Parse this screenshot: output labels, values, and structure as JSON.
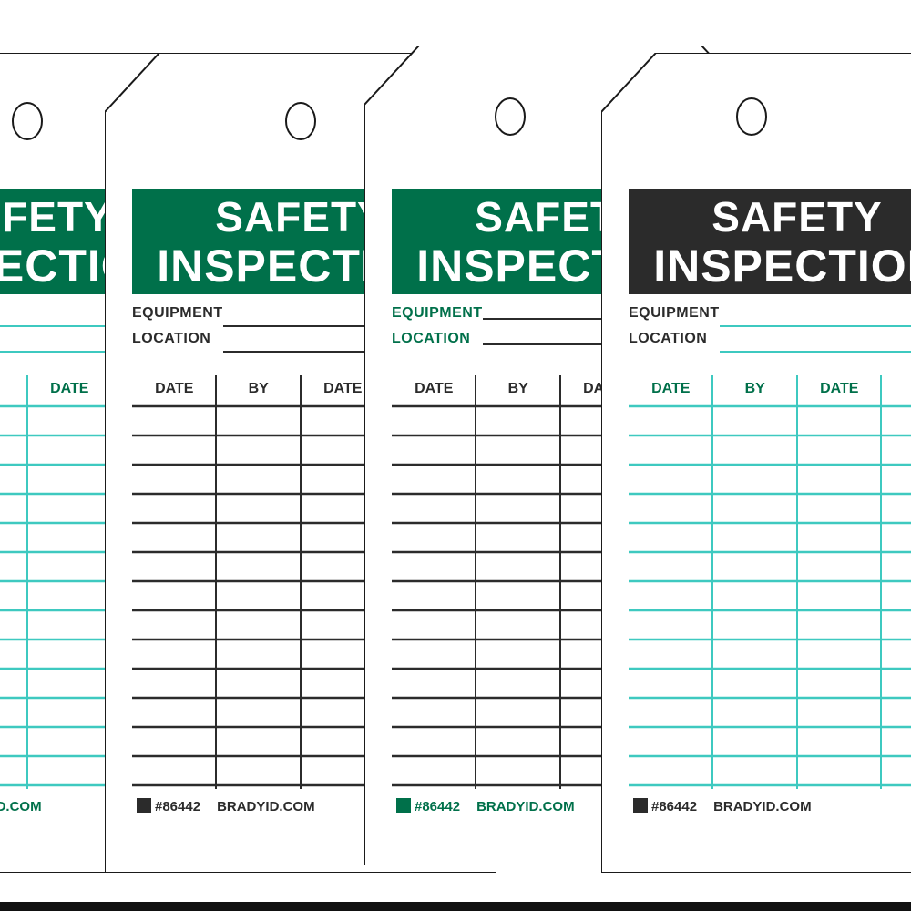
{
  "tag": {
    "banner_line1": "SAFETY",
    "banner_line2": "INSPECTION",
    "field_equipment": "EQUIPMENT",
    "field_location": "LOCATION",
    "col_date": "DATE",
    "col_by": "BY",
    "part_number": "#86442",
    "website": "BRADYID.COM"
  },
  "colors": {
    "green": "#00704A",
    "dark": "#2b2b2b",
    "rule": "#3ec9c0",
    "outline": "#1a1a1a"
  }
}
